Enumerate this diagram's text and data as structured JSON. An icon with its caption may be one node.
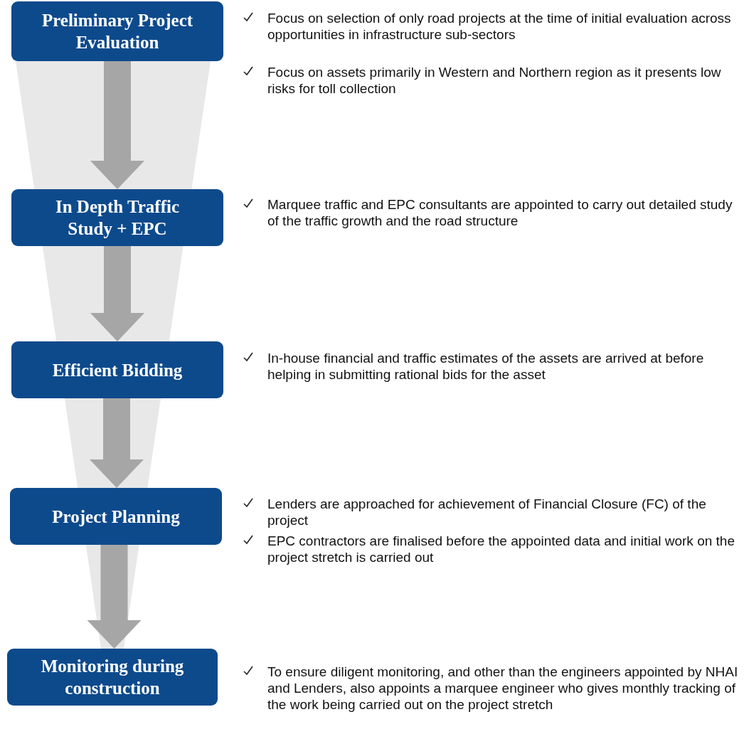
{
  "diagram": {
    "nodes": [
      {
        "text": [
          "Preliminary Project Evaluation"
        ],
        "beside": [
          "Focus on selection of only road projects at the time of initial evaluation across opportunities in infrastructure sub-sectors",
          "Focus on assets primarily in Western and Northern region as it presents low risks for toll collection"
        ]
      },
      {
        "text": [
          "In Depth Traffic Study + EPC"
        ],
        "beside": [
          "Marquee traffic and EPC consultants are appointed to carry out detailed study of the traffic growth and the road structure"
        ]
      },
      {
        "text": [
          "Efficient Bidding"
        ],
        "beside": [
          "In-house financial and traffic estimates of the assets are arrived at before helping in submitting rational bids for the asset"
        ]
      },
      {
        "text": [
          "Project Planning"
        ],
        "beside": [
          "Lenders are approached for achievement of Financial Closure (FC) of the project",
          "EPC contractors are finalised before the appointed data and initial work on the project stretch is carried out"
        ]
      },
      {
        "text": [
          "Monitoring during construction"
        ],
        "beside": [
          "To ensure diligent monitoring, and other than the engineers appointed by NHAI and Lenders, also appoints a marquee engineer who gives monthly tracking of the work being carried out on the project stretch"
        ]
      }
    ],
    "edges": [
      {
        "from": 0,
        "to": 1,
        "arrow": "to"
      },
      {
        "from": 1,
        "to": 2,
        "arrow": "to"
      },
      {
        "from": 2,
        "to": 3,
        "arrow": "to"
      },
      {
        "from": 3,
        "to": 4,
        "arrow": "to"
      }
    ]
  }
}
